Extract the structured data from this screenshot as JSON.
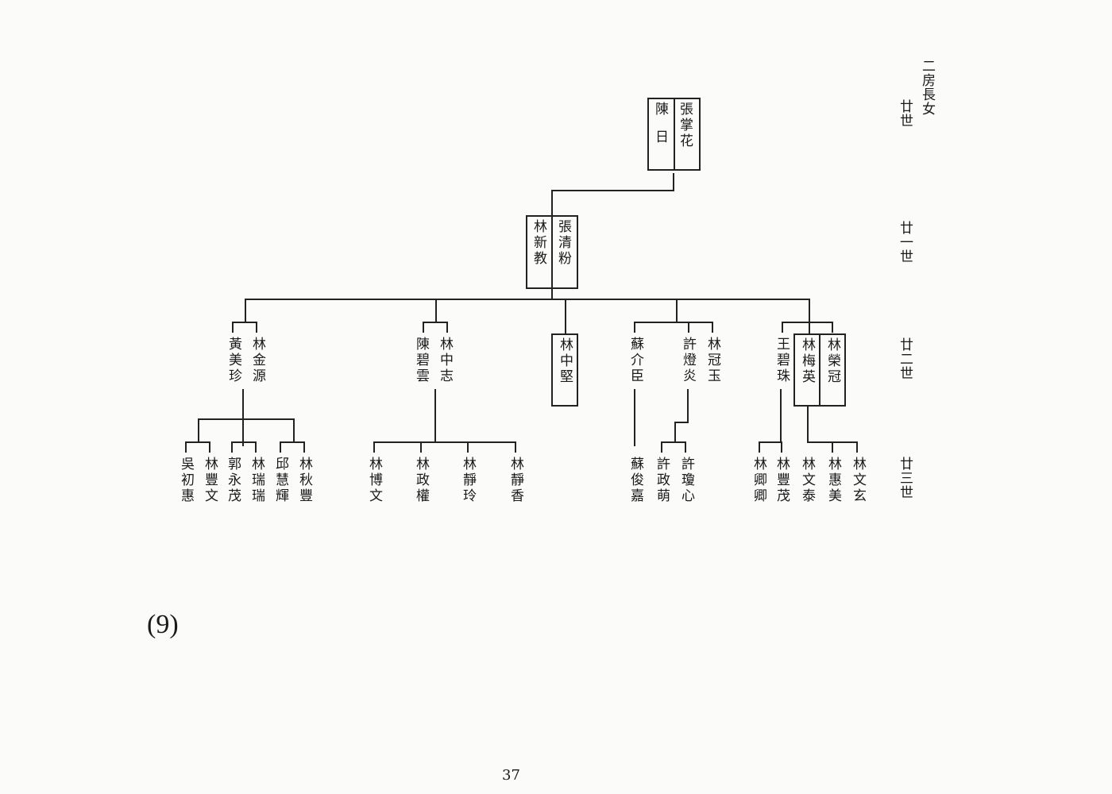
{
  "side_label": "二房長女",
  "generations": [
    "廿世",
    "廿一世",
    "廿二世",
    "廿三世"
  ],
  "gen20": {
    "a": "張掌花",
    "b": "陳日"
  },
  "gen21": {
    "a": "張清粉",
    "b": "林新教"
  },
  "gen22": {
    "g1": {
      "a": "林金源",
      "b": "黃美珍"
    },
    "g2": {
      "a": "林中志",
      "b": "陳碧雲"
    },
    "g3": {
      "a": "林中堅"
    },
    "g4": {
      "a": "林冠玉",
      "b": "許燈炎",
      "c": "蘇介臣"
    },
    "g5": {
      "a": "林榮冠",
      "b": "林梅英",
      "c": "王碧珠"
    }
  },
  "gen23": {
    "g1": [
      "林秋豐",
      "邱慧輝",
      "林瑞瑞",
      "郭永茂",
      "林豐文",
      "吳初惠"
    ],
    "g2": [
      "林靜香",
      "林靜玲",
      "林政權",
      "林博文"
    ],
    "g4": [
      "許瓊心",
      "許政萌",
      "蘇俊嘉"
    ],
    "g5": [
      "林文玄",
      "林惠美",
      "林文泰",
      "林豐茂",
      "林卿卿"
    ]
  },
  "figure_label": "(9)",
  "page_number": "37"
}
